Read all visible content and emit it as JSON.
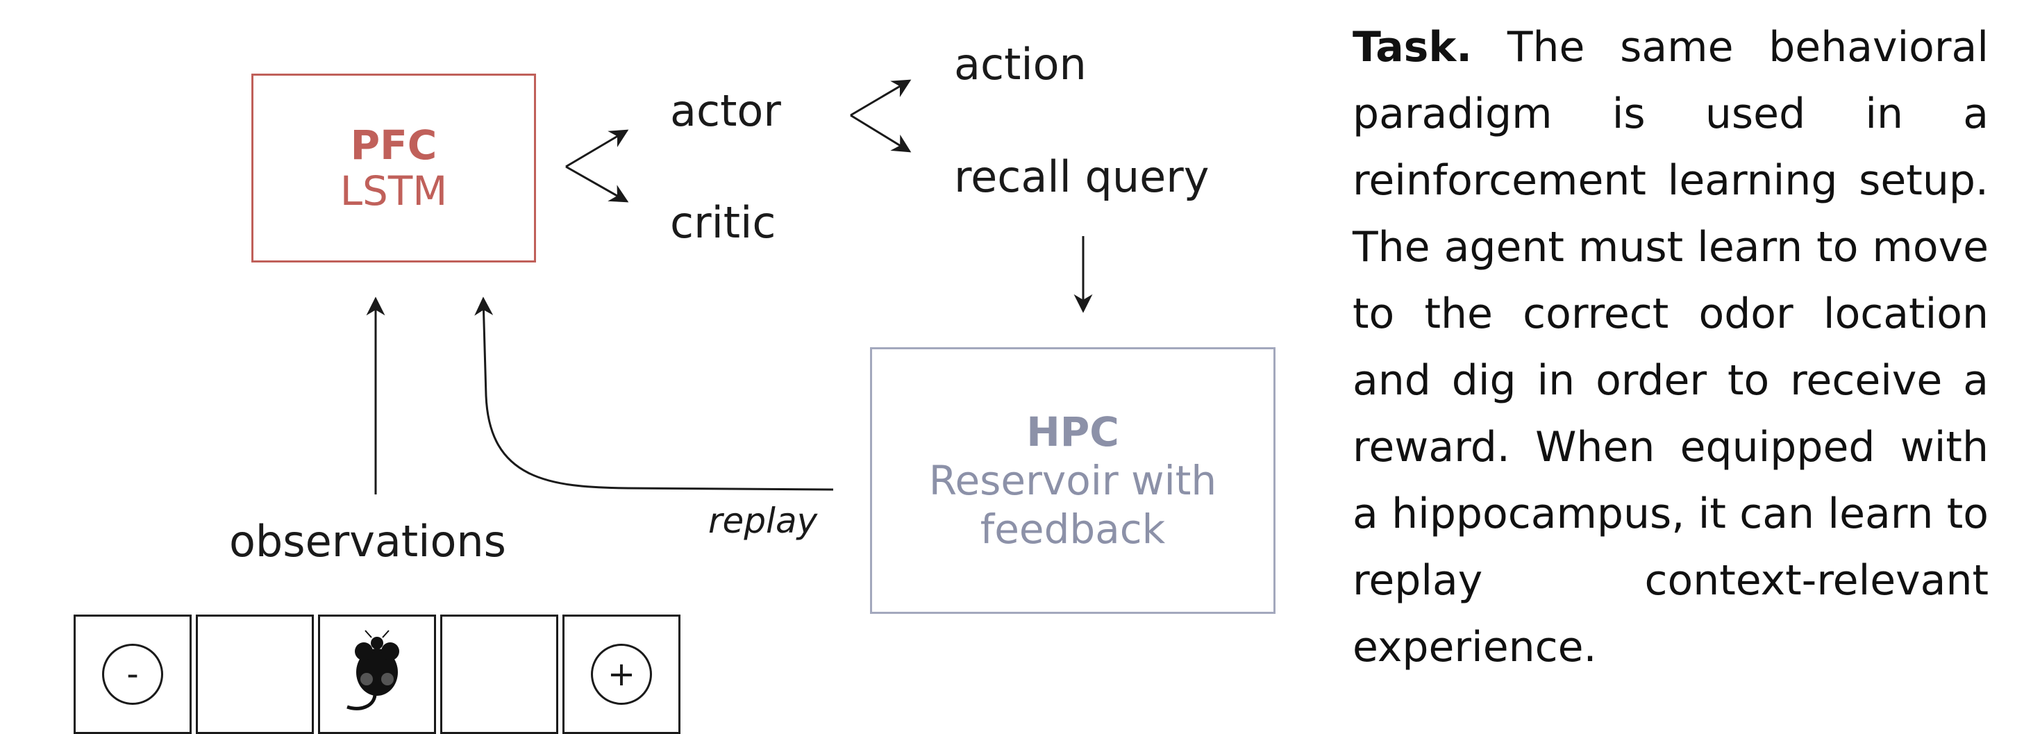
{
  "diagram": {
    "pfc": {
      "title": "PFC",
      "subtitle": "LSTM"
    },
    "hpc": {
      "title": "HPC",
      "subtitle_line1": "Reservoir with",
      "subtitle_line2": "feedback"
    },
    "labels": {
      "actor": "actor",
      "critic": "critic",
      "action": "action",
      "recall_query": "recall query",
      "observations": "observations",
      "replay": "replay"
    },
    "grid": {
      "cells": [
        "-",
        "",
        "mouse",
        "",
        "+"
      ]
    },
    "colors": {
      "pfc": "#c0605a",
      "hpc": "#8c91a8",
      "ink": "#1a1a1a"
    }
  },
  "caption": {
    "heading": "Task.",
    "body": "The same behavioral paradigm is used in a reinforcement learning setup. The agent must learn to move to the correct odor location and dig in order to receive a reward. When equipped with a hippocampus, it can learn to replay context-relevant experience."
  }
}
